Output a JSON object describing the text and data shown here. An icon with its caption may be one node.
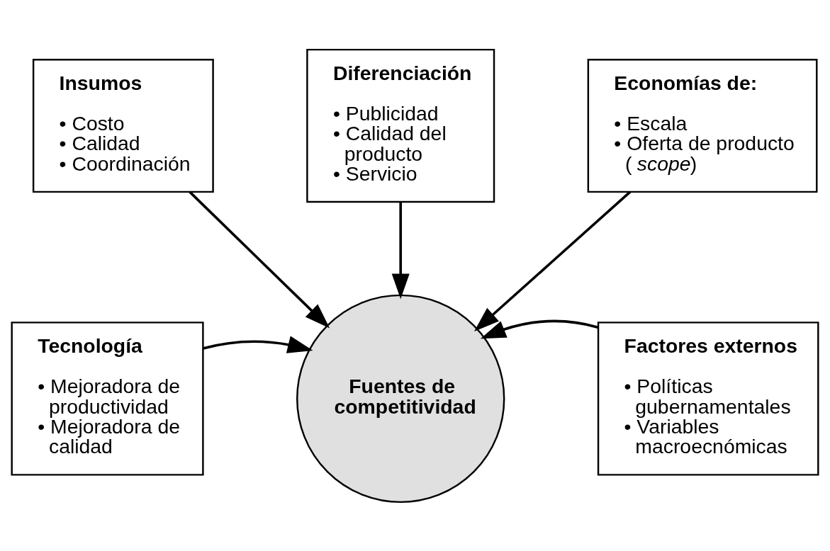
{
  "diagram": {
    "nodes": [
      {
        "text": [
          "Insumos",
          "• Costo",
          "• Calidad",
          "• Coordinación"
        ]
      },
      {
        "text": [
          "Diferenciación",
          "• Publicidad",
          "• Calidad del producto",
          "• Servicio"
        ]
      },
      {
        "text": [
          "Economías de:",
          "• Escala",
          "• Oferta de producto (*scope*)"
        ]
      },
      {
        "text": [
          "Tecnología",
          "• Mejoradora de productividad",
          "• Mejoradora de calidad"
        ]
      },
      {
        "text": [
          "Fuentes de competitividad"
        ]
      },
      {
        "text": [
          "Factores externos",
          "• Políticas gubernamentales",
          "• Variables macroecnómicas"
        ]
      }
    ],
    "edges": [
      {
        "from": 0,
        "to": 4,
        "arrow": "to"
      },
      {
        "from": 1,
        "to": 4,
        "arrow": "to"
      },
      {
        "from": 2,
        "to": 4,
        "arrow": "to"
      },
      {
        "from": 3,
        "to": 4,
        "arrow": "to"
      },
      {
        "from": 5,
        "to": 4,
        "arrow": "to"
      }
    ]
  }
}
